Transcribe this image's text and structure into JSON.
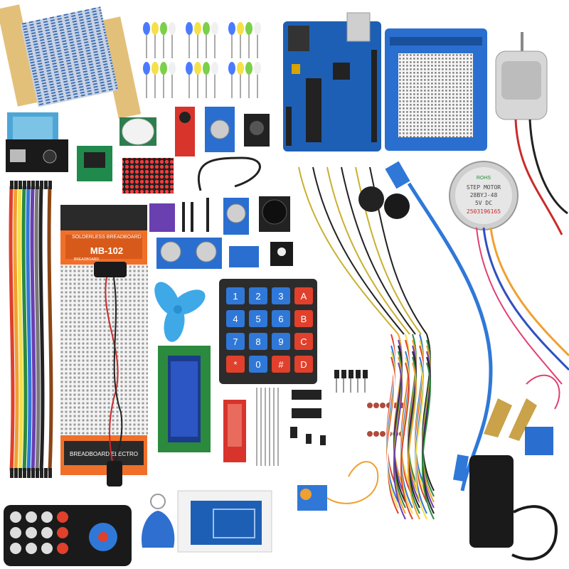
{
  "breadboard_pack": {
    "label_top": "SOLDERLESS BREADBOARD",
    "model": "MB-102",
    "label_small": "BREADBOARD",
    "label_bottom": "BREADBOARD ELECTRO"
  },
  "stepper_motor": {
    "brand": "ROHS",
    "line1": "STEP MOTOR",
    "line2": "28BYJ-48",
    "line3": "5V DC",
    "serial": "2503196165"
  },
  "keypad": {
    "keys": [
      "1",
      "2",
      "3",
      "A",
      "4",
      "5",
      "6",
      "B",
      "7",
      "8",
      "9",
      "C",
      "*",
      "0",
      "#",
      "D"
    ]
  },
  "colors": {
    "board_blue": "#1d5fb4",
    "key_blue": "#2f78d8",
    "key_red": "#e0402c",
    "fan_blue": "#3fa9e8",
    "pack_orange": "#f0702a",
    "water_sensor_red": "#d8342c",
    "rfid_tag_blue": "#2f6fd0"
  }
}
